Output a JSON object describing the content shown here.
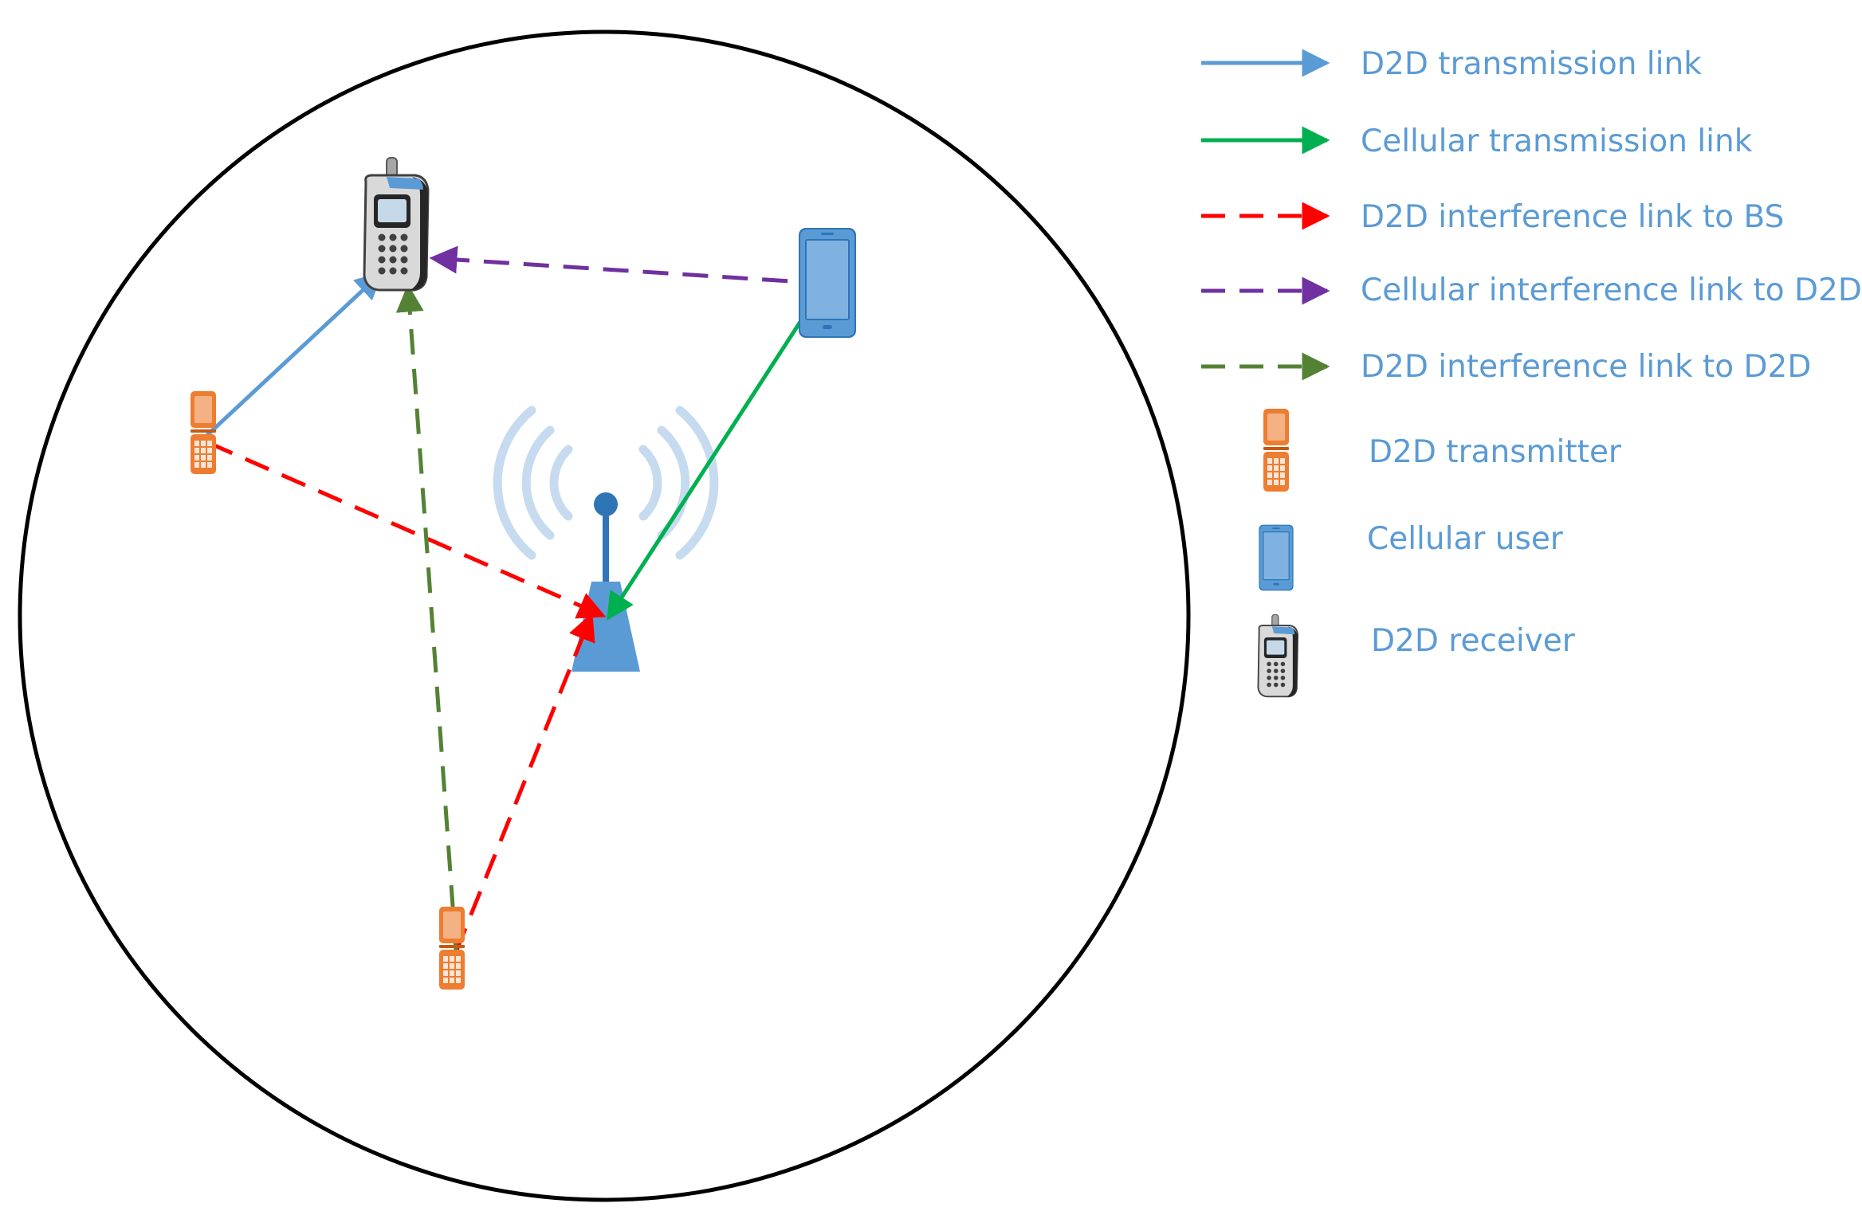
{
  "colors": {
    "d2d_link": "#5b9bd5",
    "cellular_link": "#00b050",
    "d2d_interference_bs": "#ff0000",
    "cellular_interference_d2d": "#7030a0",
    "d2d_interference_d2d": "#548235",
    "legend_text": "#5b9bd5",
    "cell_boundary": "#000000",
    "d2d_transmitter_body": "#ed7d31",
    "cellular_user_body": "#5b9bd5",
    "base_station": "#5b9bd5"
  },
  "legend": {
    "links": [
      {
        "label": "D2D transmission link",
        "style": "solid",
        "color": "#5b9bd5"
      },
      {
        "label": "Cellular transmission link",
        "style": "solid",
        "color": "#00b050"
      },
      {
        "label": "D2D interference link to BS",
        "style": "dashed",
        "color": "#ff0000"
      },
      {
        "label": "Cellular interference link to D2D",
        "style": "dashed",
        "color": "#7030a0"
      },
      {
        "label": "D2D interference link to D2D",
        "style": "dashed",
        "color": "#548235"
      }
    ],
    "devices": [
      {
        "label": "D2D transmitter",
        "icon": "flip-phone-icon"
      },
      {
        "label": "Cellular user",
        "icon": "smartphone-icon"
      },
      {
        "label": "D2D receiver",
        "icon": "feature-phone-icon"
      }
    ]
  },
  "diagram": {
    "nodes": [
      {
        "id": "d2d-receiver",
        "type": "D2D receiver",
        "icon": "feature-phone-icon"
      },
      {
        "id": "cellular-user",
        "type": "Cellular user",
        "icon": "smartphone-icon"
      },
      {
        "id": "d2d-transmitter-1",
        "type": "D2D transmitter",
        "icon": "flip-phone-icon"
      },
      {
        "id": "d2d-transmitter-2",
        "type": "D2D transmitter",
        "icon": "flip-phone-icon"
      },
      {
        "id": "base-station",
        "type": "Base station",
        "icon": "base-station-icon"
      }
    ],
    "edges": [
      {
        "from": "d2d-transmitter-1",
        "to": "d2d-receiver",
        "kind": "D2D transmission link"
      },
      {
        "from": "cellular-user",
        "to": "base-station",
        "kind": "Cellular transmission link"
      },
      {
        "from": "d2d-transmitter-1",
        "to": "base-station",
        "kind": "D2D interference link to BS"
      },
      {
        "from": "d2d-transmitter-2",
        "to": "base-station",
        "kind": "D2D interference link to BS"
      },
      {
        "from": "cellular-user",
        "to": "d2d-receiver",
        "kind": "Cellular interference link to D2D"
      },
      {
        "from": "d2d-transmitter-2",
        "to": "d2d-receiver",
        "kind": "D2D interference link to D2D"
      }
    ]
  }
}
